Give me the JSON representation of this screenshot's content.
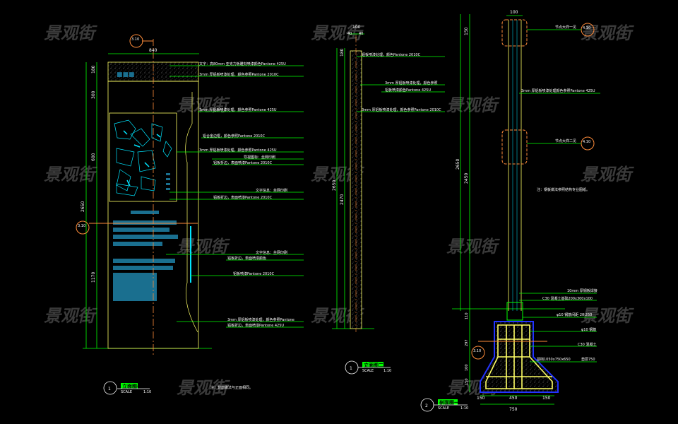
{
  "watermark": "景观街",
  "colors": {
    "background": "#000000",
    "dim": "#00ff00",
    "outline": "#ffff66",
    "map": "#00e5ff",
    "text_block": "#1a6f8f",
    "axis": "#ff8c3a"
  },
  "elevation1": {
    "title": "立面图一",
    "number": "1",
    "scale_label": "SCALE",
    "scale": "1:10",
    "note": "注：背面做法与正面相同。",
    "ref_top": "3.10",
    "ref_side": "3.10",
    "dims": {
      "width": "840",
      "h1": "180",
      "h2": "300",
      "h3": "600",
      "total": "2650",
      "h4": "1170"
    },
    "labels": [
      "文字：高80mm  亚克力板雕刻喷漆颜色Pantone  425U",
      "3mm  厚铝板喷漆处理，颜色参照Pantone  2010C",
      "3mm  厚铝板喷漆处理，颜色参照Pantone  425U",
      "铝合金边框，颜色参照Pantone  2010C",
      "3mm  厚铝板喷漆处理，颜色参照Pantone  425U",
      "导视图标：丝网印刷",
      "铝板折边，表面喷漆Pantone  2010C",
      "文字信息：丝网印刷",
      "铝板折边，表面喷漆Pantone  2010C",
      "文字信息：丝网印刷",
      "铝板折边，表面喷漆颜色",
      "铝板喷漆Pantone  2010C",
      "3mm  厚铝板喷漆处理，颜色参照Pantone",
      "铝板折边，表面喷漆Pantone  425U"
    ]
  },
  "elevation2": {
    "title": "立面图二",
    "number": "1",
    "scale_label": "SCALE",
    "scale": "1:10",
    "dims": {
      "top": "100",
      "t1": "40",
      "t2": "40",
      "h1": "180",
      "total": "2650",
      "h2": "2470"
    },
    "labels": [
      "铝板喷漆处理，颜色Pantone  2010C",
      "3mm  厚铝板喷漆处理，颜色参照",
      "铝板喷漆颜色Pantone  425U",
      "3mm  厚铝板喷漆处理，颜色参照Pantone  2010C"
    ]
  },
  "section1": {
    "title": "剖面图一",
    "number": "2",
    "scale_label": "SCALE",
    "scale": "1:10",
    "ref1": "4.10",
    "ref2": "4.10",
    "ref3": "3.10",
    "note": "注：钢板做法参照结构专业图纸。",
    "dims": {
      "top": "100",
      "h1": "150",
      "total": "2650",
      "h2": "2450",
      "f1": "110",
      "f2": "297",
      "f3": "100",
      "f4": "150",
      "b1": "150",
      "b2": "450",
      "b3": "150",
      "base": "750"
    },
    "labels": [
      "节点大样一见",
      "3mm  厚铝板喷漆处理颜色参照Pantone  425U",
      "节点大样二见",
      "10mm  厚钢板焊接",
      "C30  混凝土基础200x300x100",
      "φ10  钢筋间距 20,250",
      "φ10  钢筋",
      "C30  混凝土",
      "基础1050x750x650",
      "垫层750"
    ]
  }
}
